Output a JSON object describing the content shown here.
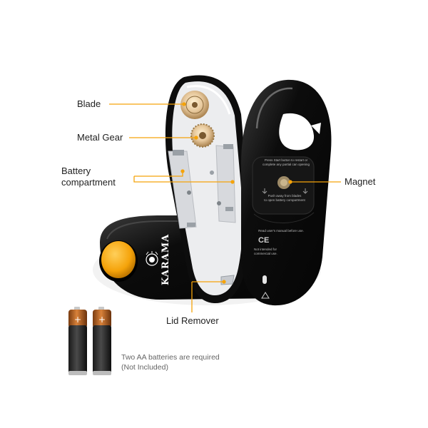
{
  "callouts": {
    "blade": "Blade",
    "metal_gear": "Metal Gear",
    "battery_line1": "Battery",
    "battery_line2": "compartment",
    "magnet": "Magnet",
    "lid_remover": "Lid Remover"
  },
  "note": {
    "line1": "Two AA batteries are required",
    "line2": "(Not Included)"
  },
  "brand": "KARAMA",
  "device_text": {
    "press_line1": "Press Start button to restart or",
    "press_line2": "complete any partial can opening",
    "push_line1": "Push away from blades",
    "push_line2": "to open battery compartment",
    "read_manual": "Read user's manual before use.",
    "not_intended_line1": "Not intended for",
    "not_intended_line2": "commercial use.",
    "ce_mark": "CE"
  },
  "colors": {
    "callout_line": "#f5a30a",
    "button_orange": "#f5a30a",
    "body_black": "#0c0c0c",
    "battery_copper": "#b8621f"
  }
}
